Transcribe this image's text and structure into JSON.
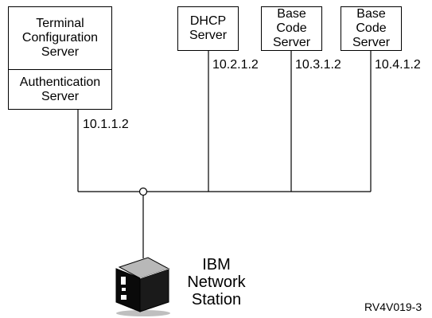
{
  "servers": {
    "terminal_config": "Terminal\nConfiguration\nServer",
    "authentication": "Authentication\nServer",
    "dhcp": "DHCP\nServer",
    "base_code_1": "Base\nCode\nServer",
    "base_code_2": "Base\nCode\nServer"
  },
  "addresses": {
    "auth": "10.1.1.2",
    "dhcp": "10.2.1.2",
    "base1": "10.3.1.2",
    "base2": "10.4.1.2"
  },
  "client_label": "IBM\nNetwork\nStation",
  "figure_id": "RV4V019-3"
}
